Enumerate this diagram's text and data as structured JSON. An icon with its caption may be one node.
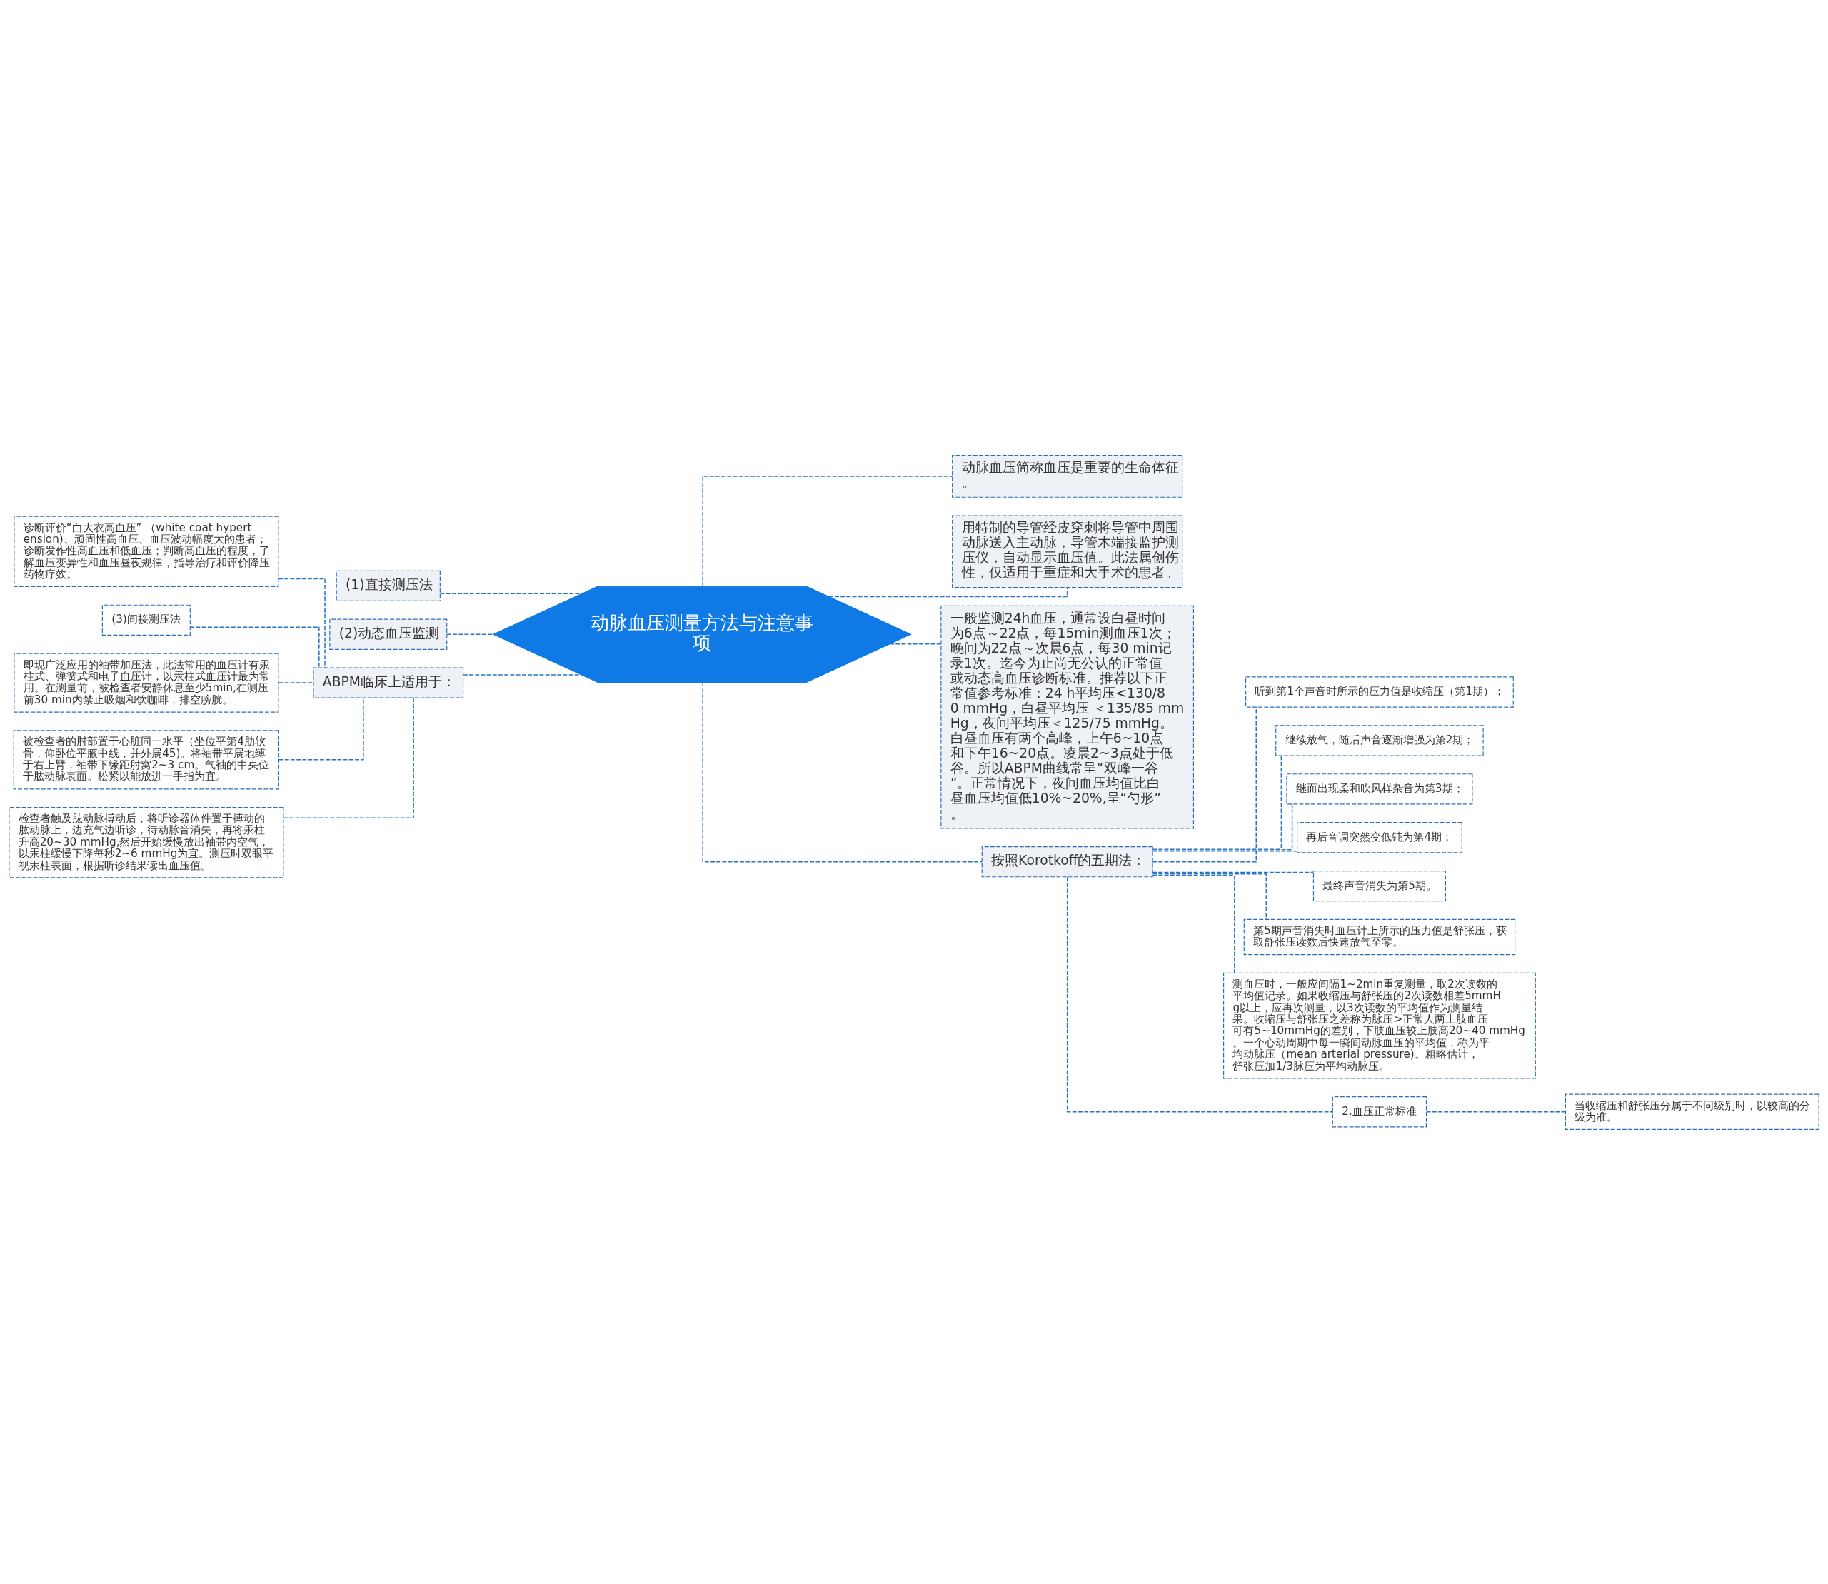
{
  "diagram": {
    "nodes": [
      {
        "text": [
          "动脉血压测量方法与注意事项"
        ]
      },
      {
        "text": [
          "动脉血压简称血压是重要的生命体征。"
        ]
      },
      {
        "text": [
          "用特制的导管经皮穿刺将导管中周围动脉送入主动脉，导管木端接监护测压仪，自动显示血压值。此法属创伤性，仅适用于重症和大手术的患者。"
        ]
      },
      {
        "text": [
          "一般监测24h血压，通常设白昼时间为6点～22点，每15min测血压1次；晚间为22点～次晨6点，每30 min记录1次。迄今为止尚无公认的正常值或动态高血压诊断标准。推荐以下正常值参考标准：24 h平均压<130/80 mmHg，白昼平均压 ＜135/85 mmHg，夜间平均压＜125/75 mmHg。白昼血压有两个高峰，上午6~10点和下午16~20点。凌晨2~3点处于低谷。所以ABPM曲线常呈“双峰一谷”。正常情况下，夜间血压均值比白昼血压均值低10%~20%,呈“勺形”。"
        ]
      },
      {
        "text": [
          "按照Korotkoff的五期法："
        ]
      },
      {
        "text": [
          "听到第1个声音时所示的压力值是收缩压（第1期）；"
        ]
      },
      {
        "text": [
          "继续放气，随后声音逐渐增强为第2期；"
        ]
      },
      {
        "text": [
          "继而出现柔和吹风样杂音为第3期；"
        ]
      },
      {
        "text": [
          "再后音调突然变低钝为第4期；"
        ]
      },
      {
        "text": [
          "最终声音消失为第5期。"
        ]
      },
      {
        "text": [
          "第5期声音消失时血压计上所示的压力值是舒张压，获取舒张压读数后快速放气至零。"
        ]
      },
      {
        "text": [
          "测血压时，一般应间隔1~2min重复测量，取2次读数的平均值记录。如果收缩压与舒张压的2次读数相差5mmHg以上，应再次测量，以3次读数的平均值作为测量结果。收缩压与舒张压之差称为脉压>正常人两上肢血压可有5~10mmHg的差别，下肢血压较上肢高20~40 mmHg。一个心动周期中每一瞬间动脉血压的平均值，称为平均动脉压（mean arterial pressure)。粗略估计，舒张压加1/3脉压为平均动脉压。"
        ]
      },
      {
        "text": [
          "2.血压正常标准"
        ]
      },
      {
        "text": [
          "当收缩压和舒张压分属于不同级别时，以较高的分级为准。"
        ]
      },
      {
        "text": [
          "(1)直接测压法"
        ]
      },
      {
        "text": [
          "(2)动态血压监测"
        ]
      },
      {
        "text": [
          "ABPM临床上适用于："
        ]
      },
      {
        "text": [
          "诊断评价“白大衣高血压” （white coat hypertension)、顽固性高血压、血压波动幅度大的患者；诊断发作性高血压和低血压；判断高血压的程度，了解血压变异性和血压昼夜规律，指导治疗和评价降压药物疗效。"
        ]
      },
      {
        "text": [
          "(3)间接测压法"
        ]
      },
      {
        "text": [
          "即现广泛应用的袖带加压法，此法常用的血压计有汞柱式、弹簧式和电子血压计，以汞柱式血压计最为常用。在测量前，被检查者安静休息至少5min,在测压前30 min内禁止吸烟和饮咖啡，排空膀胱。"
        ]
      },
      {
        "text": [
          "被检查者的肘部置于心脏同一水平（坐位平第4肋软骨，仰卧位平腋中线，并外展45)。将袖带平展地缚于右上臂，袖带下缘距肘窝2~3 cm。气袖的中央位于肱动脉表面。松紧以能放进一手指为宜。"
        ]
      },
      {
        "text": [
          "检查者触及肱动脉搏动后，将听诊器体件置于搏动的肱动脉上，边充气边听诊，待动脉音消失，再将汞柱升高20~30 mmHg,然后开始缓慢放出袖带内空气，以汞柱缓慢下降每秒2~6 mmHg为宜。测压时双眼平视汞柱表面，根据听诊结果读出血压值。"
        ]
      }
    ],
    "edges": [
      {
        "from": 0,
        "to": 1,
        "arrow": "none"
      },
      {
        "from": 0,
        "to": 2,
        "arrow": "none"
      },
      {
        "from": 0,
        "to": 3,
        "arrow": "none"
      },
      {
        "from": 0,
        "to": 4,
        "arrow": "none"
      },
      {
        "from": 4,
        "to": 5,
        "arrow": "none"
      },
      {
        "from": 4,
        "to": 6,
        "arrow": "none"
      },
      {
        "from": 4,
        "to": 7,
        "arrow": "none"
      },
      {
        "from": 4,
        "to": 8,
        "arrow": "none"
      },
      {
        "from": 4,
        "to": 9,
        "arrow": "none"
      },
      {
        "from": 4,
        "to": 10,
        "arrow": "none"
      },
      {
        "from": 4,
        "to": 11,
        "arrow": "none"
      },
      {
        "from": 4,
        "to": 12,
        "arrow": "none"
      },
      {
        "from": 12,
        "to": 13,
        "arrow": "none"
      },
      {
        "from": 14,
        "to": 0,
        "arrow": "none"
      },
      {
        "from": 15,
        "to": 0,
        "arrow": "none"
      },
      {
        "from": 16,
        "to": 0,
        "arrow": "none"
      },
      {
        "from": 17,
        "to": 16,
        "arrow": "none"
      },
      {
        "from": 18,
        "to": 16,
        "arrow": "none"
      },
      {
        "from": 19,
        "to": 16,
        "arrow": "none"
      },
      {
        "from": 20,
        "to": 16,
        "arrow": "none"
      },
      {
        "from": 21,
        "to": 16,
        "arrow": "none"
      }
    ]
  }
}
